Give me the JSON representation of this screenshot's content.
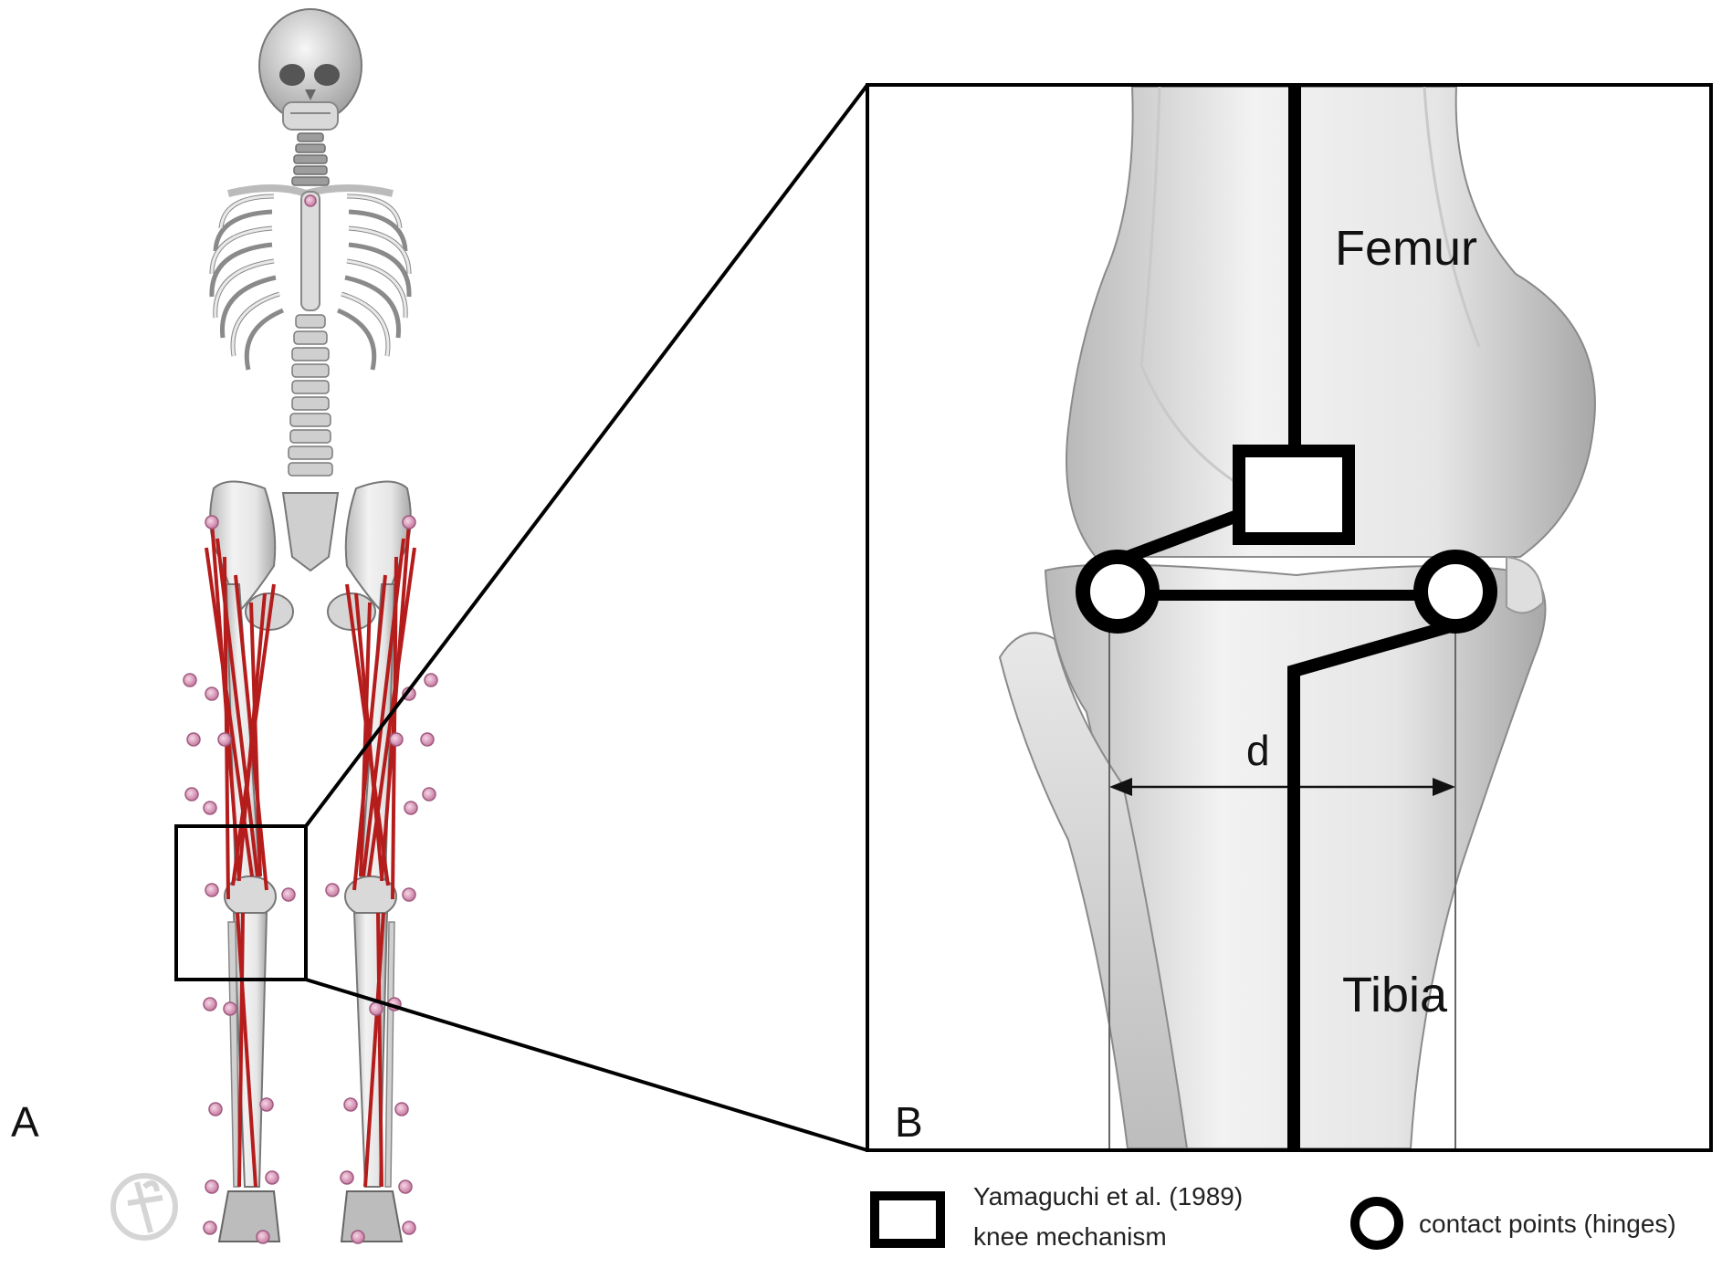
{
  "panel_a": {
    "letter": "A"
  },
  "panel_b": {
    "letter": "B",
    "femur_label": "Femur",
    "tibia_label": "Tibia",
    "distance_label": "d"
  },
  "legend": {
    "mechanism_line1": "Yamaguchi et al. (1989)",
    "mechanism_line2": "knee mechanism",
    "hinge_label": "contact points (hinges)"
  }
}
